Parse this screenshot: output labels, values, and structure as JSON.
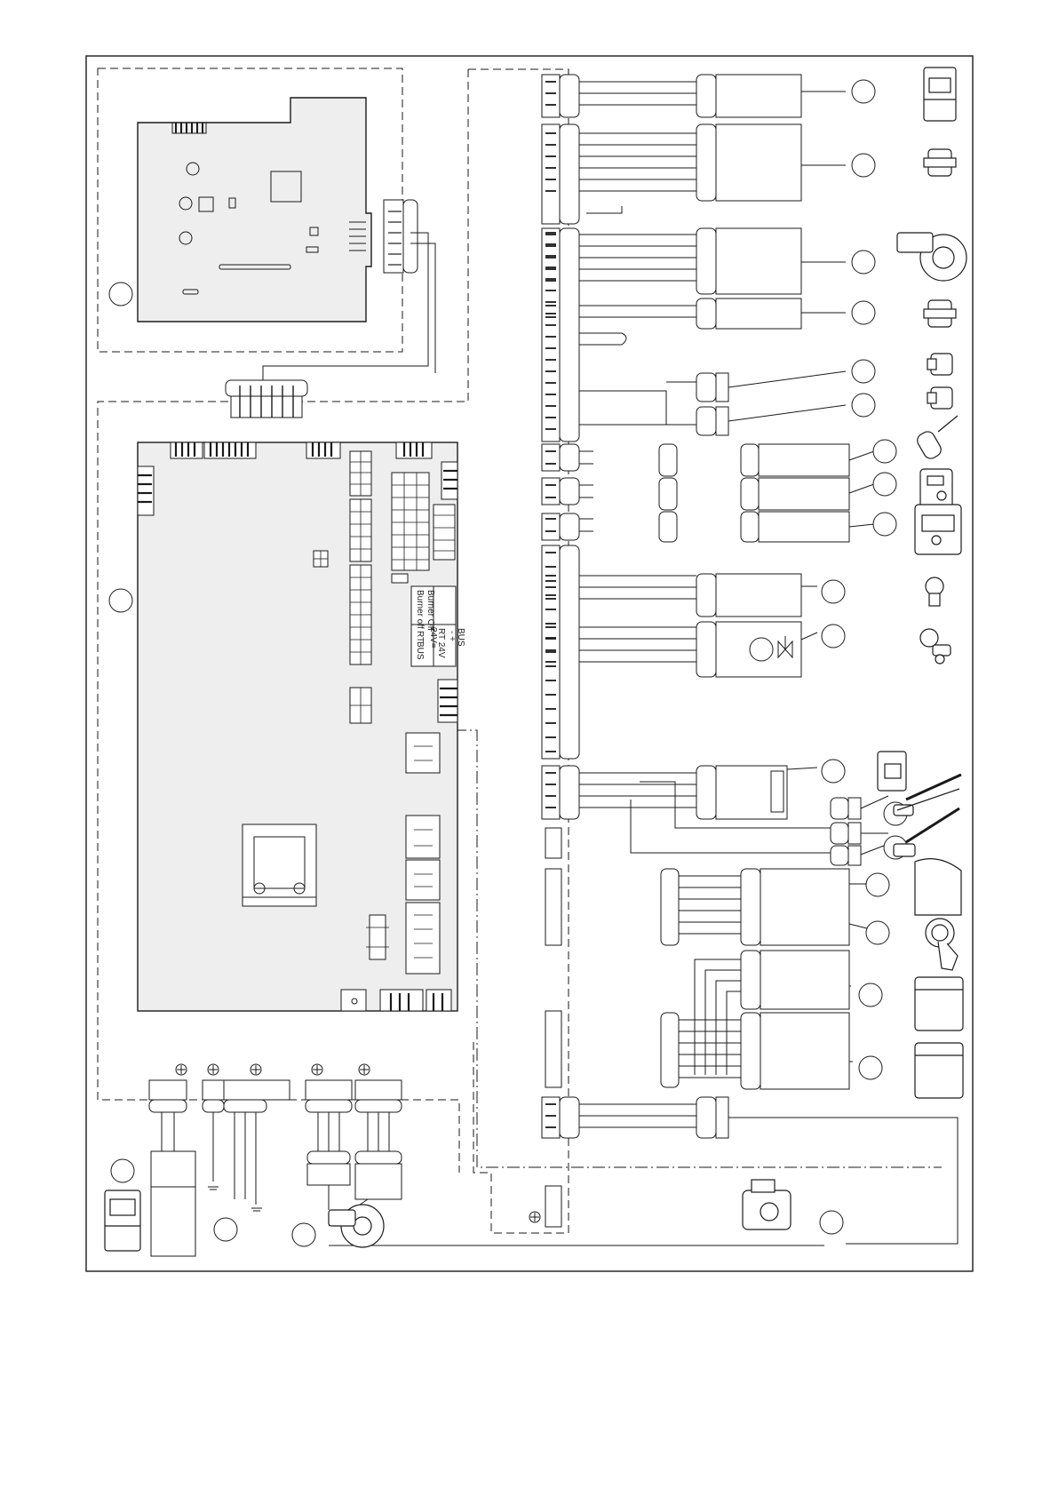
{
  "diagram": {
    "pcb_labels": {
      "burner_off": "Burner Off",
      "burner_off_short": "Burner off",
      "rt_24v": "RT 24V",
      "rt": "RT",
      "v24": "24V=",
      "bus_top": "BUS",
      "plus_minus": "- +",
      "bus": "BUS"
    },
    "colors": {
      "line": "#1a1a1a",
      "pcb_fill": "#eeeeee",
      "connector_fill": "#ffffff"
    }
  }
}
